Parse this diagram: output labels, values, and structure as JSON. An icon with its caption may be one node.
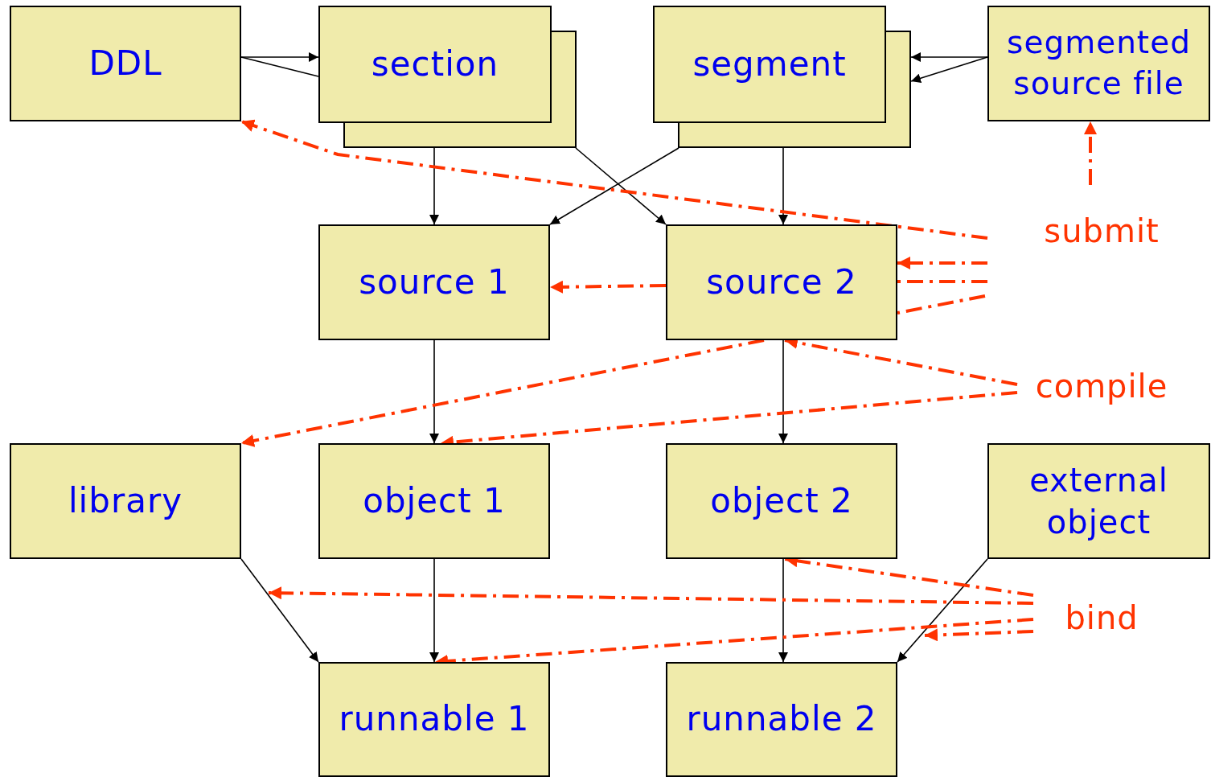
{
  "diagram": {
    "nodes": [
      {
        "text": [
          "DDL"
        ]
      },
      {
        "text": [
          "section"
        ]
      },
      {
        "text": [
          "segment"
        ]
      },
      {
        "text": [
          "segmented source file"
        ]
      },
      {
        "text": [
          "source 1"
        ]
      },
      {
        "text": [
          "source 2"
        ]
      },
      {
        "text": [
          "submit"
        ]
      },
      {
        "text": [
          "compile"
        ]
      },
      {
        "text": [
          "library"
        ]
      },
      {
        "text": [
          "object 1"
        ]
      },
      {
        "text": [
          "object 2"
        ]
      },
      {
        "text": [
          "external object"
        ]
      },
      {
        "text": [
          "bind"
        ]
      },
      {
        "text": [
          "runnable 1"
        ]
      },
      {
        "text": [
          "runnable 2"
        ]
      }
    ],
    "edges": [
      {
        "from": 0,
        "to": 1,
        "arrow": "to"
      },
      {
        "from": 0,
        "to": 1,
        "arrow": "none"
      },
      {
        "from": 3,
        "to": 2,
        "arrow": "to"
      },
      {
        "from": 3,
        "to": 2,
        "arrow": "to"
      },
      {
        "from": 1,
        "to": 4,
        "arrow": "to"
      },
      {
        "from": 2,
        "to": 5,
        "arrow": "to"
      },
      {
        "from": 1,
        "to": 5,
        "arrow": "to"
      },
      {
        "from": 2,
        "to": 4,
        "arrow": "to"
      },
      {
        "from": 4,
        "to": 9,
        "arrow": "to"
      },
      {
        "from": 5,
        "to": 10,
        "arrow": "to"
      },
      {
        "from": 8,
        "to": 13,
        "arrow": "to"
      },
      {
        "from": 9,
        "to": 13,
        "arrow": "to"
      },
      {
        "from": 10,
        "to": 14,
        "arrow": "to"
      },
      {
        "from": 11,
        "to": 14,
        "arrow": "to"
      },
      {
        "from": 6,
        "to": 0,
        "arrow": "to",
        "style": "dashed",
        "color": "#ff3300"
      },
      {
        "from": 6,
        "to": 3,
        "arrow": "to",
        "style": "dashed",
        "color": "#ff3300"
      },
      {
        "from": 6,
        "to": 5,
        "arrow": "to",
        "style": "dashed",
        "color": "#ff3300"
      },
      {
        "from": 6,
        "to": 5,
        "arrow": "none",
        "style": "dashed",
        "color": "#ff3300"
      },
      {
        "from": 5,
        "to": 4,
        "arrow": "to",
        "style": "dashed",
        "color": "#ff3300"
      },
      {
        "from": 6,
        "to": 5,
        "arrow": "none",
        "style": "dashed",
        "color": "#ff3300"
      },
      {
        "from": 5,
        "to": 8,
        "arrow": "to",
        "style": "dashed",
        "color": "#ff3300"
      },
      {
        "from": 7,
        "to": 5,
        "arrow": "to",
        "style": "dashed",
        "color": "#ff3300"
      },
      {
        "from": 7,
        "to": 9,
        "arrow": "to",
        "style": "dashed",
        "color": "#ff3300"
      },
      {
        "from": 12,
        "to": 10,
        "arrow": "to",
        "style": "dashed",
        "color": "#ff3300"
      },
      {
        "from": 12,
        "to": null,
        "arrow": "to",
        "style": "dashed",
        "color": "#ff3300"
      },
      {
        "from": 12,
        "to": 13,
        "arrow": "to",
        "style": "dashed",
        "color": "#ff3300"
      },
      {
        "from": 12,
        "to": null,
        "arrow": "to",
        "style": "dashed",
        "color": "#ff3300"
      }
    ]
  }
}
